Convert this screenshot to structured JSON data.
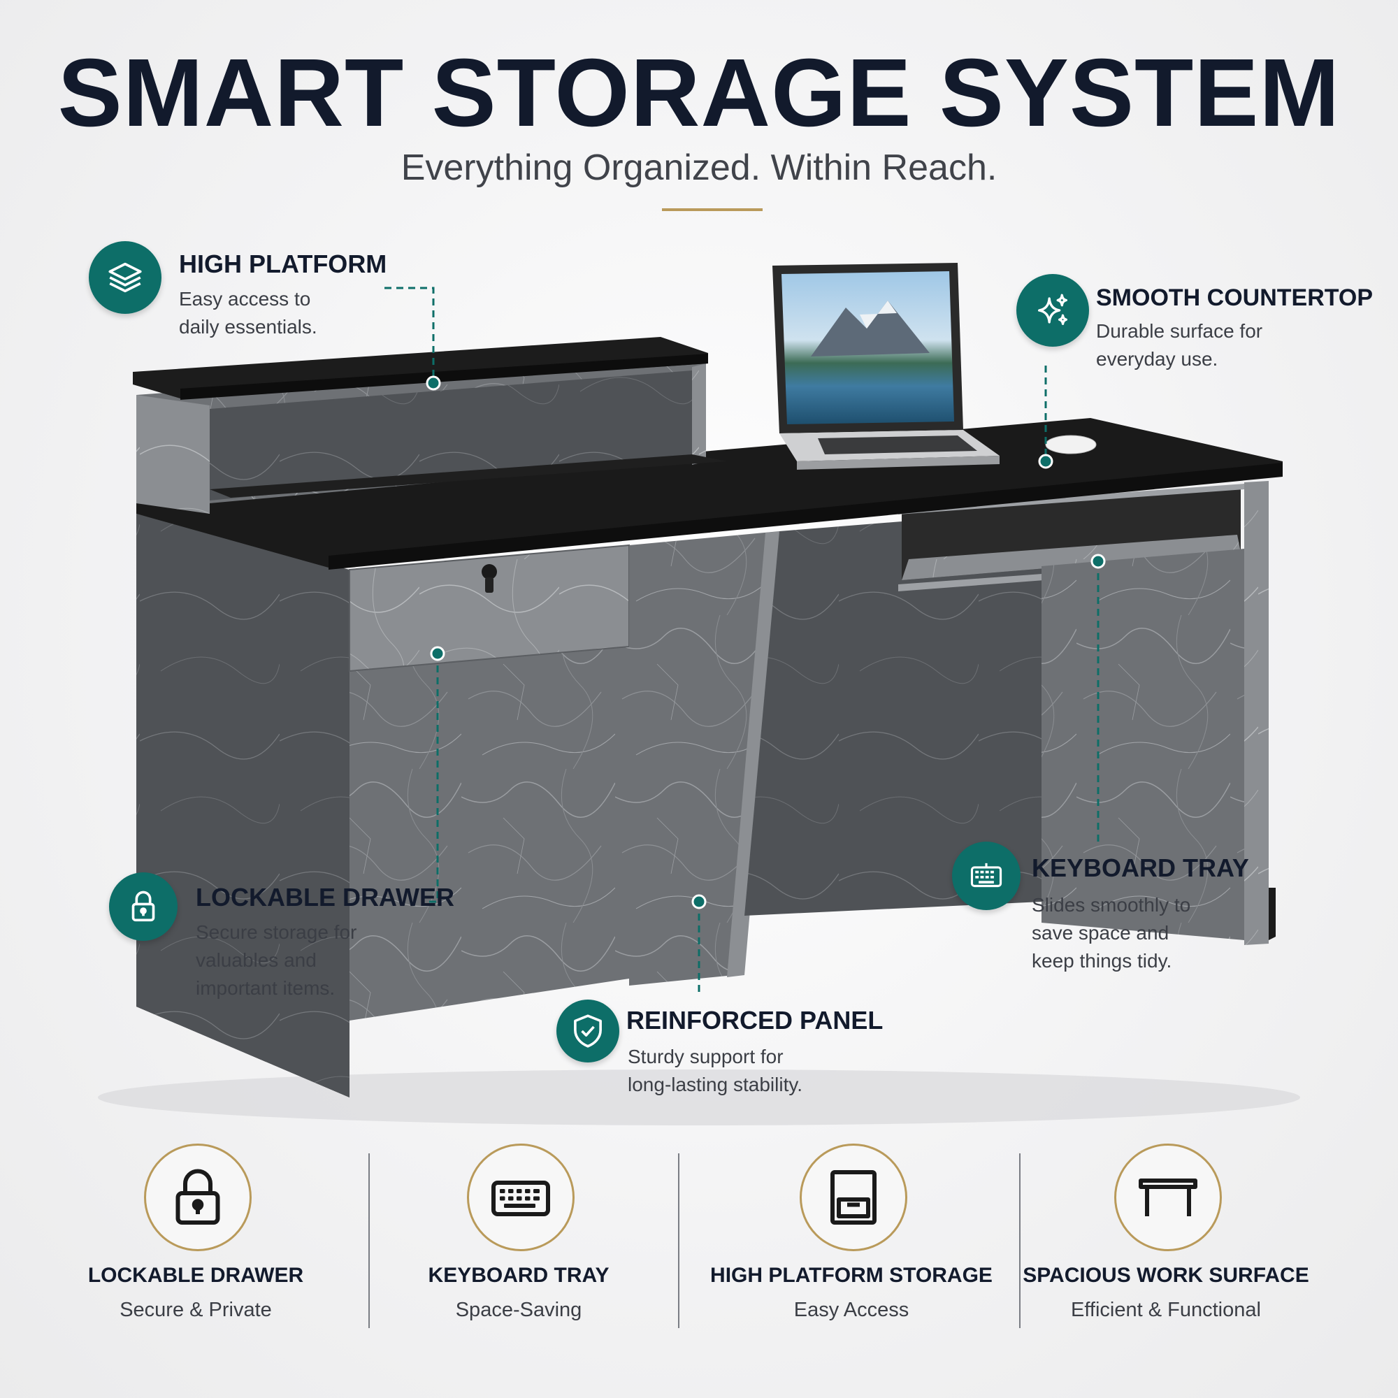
{
  "header": {
    "title": "SMART STORAGE SYSTEM",
    "subtitle": "Everything Organized. Within Reach."
  },
  "callouts": {
    "high_platform": {
      "title": "HIGH PLATFORM",
      "text": "Easy access to\ndaily essentials.",
      "icon": "layers-icon"
    },
    "smooth_countertop": {
      "title": "SMOOTH COUNTERTOP",
      "text": "Durable surface for\neveryday use.",
      "icon": "sparkle-icon"
    },
    "lockable_drawer": {
      "title": "LOCKABLE DRAWER",
      "text": "Secure storage for\nvaluables and\nimportant items.",
      "icon": "padlock-icon"
    },
    "keyboard_tray": {
      "title": "KEYBOARD TRAY",
      "text": "Slides smoothly to\nsave space and\nkeep things tidy.",
      "icon": "keyboard-icon"
    },
    "reinforced_panel": {
      "title": "REINFORCED PANEL",
      "text": "Sturdy support for\nlong-lasting stability.",
      "icon": "shield-check-icon"
    }
  },
  "features": [
    {
      "title": "LOCKABLE DRAWER",
      "subtitle": "Secure & Private",
      "icon": "padlock-icon"
    },
    {
      "title": "KEYBOARD TRAY",
      "subtitle": "Space-Saving",
      "icon": "keyboard-icon"
    },
    {
      "title": "HIGH PLATFORM STORAGE",
      "subtitle": "Easy Access",
      "icon": "drawer-cabinet-icon"
    },
    {
      "title": "SPACIOUS WORK SURFACE",
      "subtitle": "Efficient & Functional",
      "icon": "desk-icon"
    }
  ],
  "colors": {
    "accent_teal": "#0d6e68",
    "accent_gold": "#b99a5a",
    "heading_navy": "#121a2c",
    "desk_marble": "#6f7276",
    "desk_top": "#141414"
  }
}
